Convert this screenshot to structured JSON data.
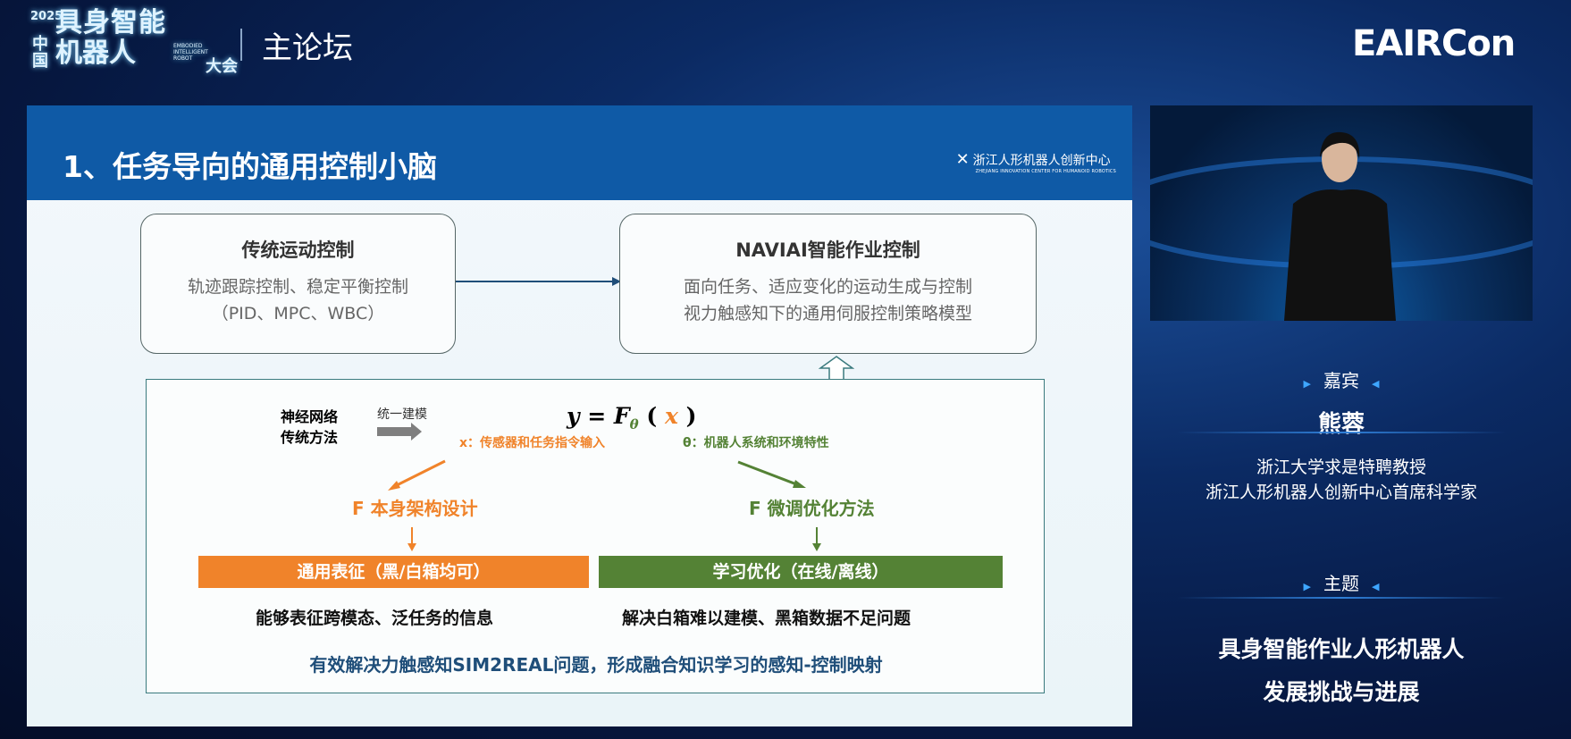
{
  "header": {
    "logo": {
      "year": "2025",
      "country": "中国",
      "line1": "具身智能",
      "line2": "机器人",
      "suffix": "大会",
      "english": "EMBODIED INTELLIGENT ROBOT"
    },
    "forum": "主论坛",
    "brand": "EAIRCon"
  },
  "slide": {
    "title": "1、任务导向的通用控制小脑",
    "org_cn": "浙江人形机器人创新中心",
    "org_en": "ZHEJIANG INNOVATION CENTER FOR HUMANOID ROBOTICS",
    "left_box": {
      "title": "传统运动控制",
      "line1": "轨迹跟踪控制、稳定平衡控制",
      "line2": "（PID、MPC、WBC）"
    },
    "right_box": {
      "title": "NAVIAI智能作业控制",
      "line1": "面向任务、适应变化的运动生成与控制",
      "line2": "视力触感知下的通用伺服控制策略模型"
    },
    "methods": {
      "line1": "神经网络",
      "line2": "传统方法"
    },
    "arrow_label": "统一建模",
    "formula": {
      "y": "y",
      "eq": "=",
      "F": "F",
      "theta": "θ",
      "lp": "(",
      "x": "x",
      "rp": ")"
    },
    "x_note": "x：传感器和任务指令输入",
    "theta_note": "θ：机器人系统和环境特性",
    "left_branch": "F 本身架构设计",
    "right_branch": "F 微调优化方法",
    "orange_bar": "通用表征（黑/白箱均可）",
    "green_bar": "学习优化（在线/离线）",
    "orange_desc": "能够表征跨模态、泛任务的信息",
    "green_desc": "解决白箱难以建模、黑箱数据不足问题",
    "conclusion": "有效解决力触感知SIM2REAL问题，形成融合知识学习的感知-控制映射",
    "colors": {
      "orange": "#f0832a",
      "green": "#548235",
      "blue": "#0f5aa6",
      "conclusion": "#1f4e79"
    }
  },
  "sidebar": {
    "guest_label": "嘉宾",
    "guest_name": "熊蓉",
    "bio1": "浙江大学求是特聘教授",
    "bio2": "浙江人形机器人创新中心首席科学家",
    "topic_label": "主题",
    "topic1": "具身智能作业人形机器人",
    "topic2": "发展挑战与进展"
  }
}
